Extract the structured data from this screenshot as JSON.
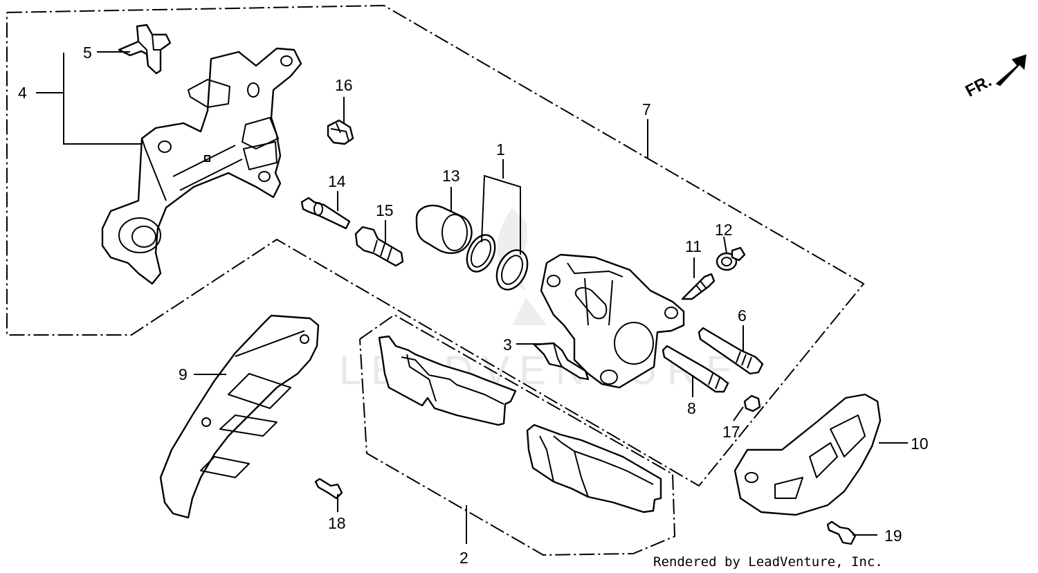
{
  "diagram": {
    "direction_label": "FR.",
    "credit": "Rendered by LeadVenture, Inc.",
    "watermark": "LEADVENTURE",
    "callouts": [
      "1",
      "2",
      "3",
      "4",
      "5",
      "6",
      "7",
      "8",
      "9",
      "10",
      "11",
      "12",
      "13",
      "14",
      "15",
      "16",
      "17",
      "18",
      "19"
    ]
  }
}
